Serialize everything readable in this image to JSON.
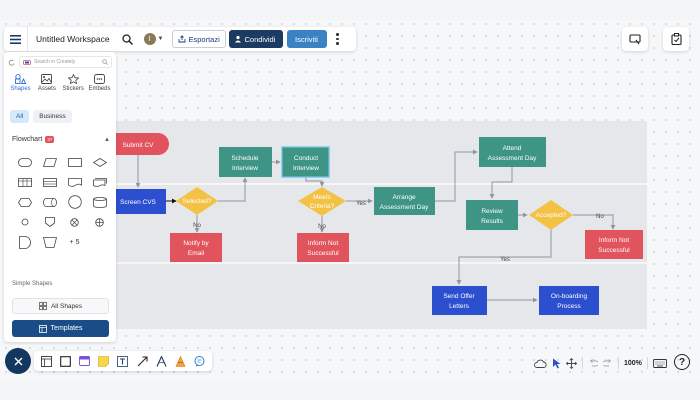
{
  "toolbar": {
    "title": "Untitled Workspace",
    "avatar_initial": "I",
    "export_label": "Esportazi",
    "share_label": "Condividi",
    "signup_label": "Iscriviti"
  },
  "panel": {
    "search_placeholder": "Search in Creately",
    "categories": [
      {
        "label": "Shapes",
        "icon": "shapes-icon"
      },
      {
        "label": "Assets",
        "icon": "image-icon"
      },
      {
        "label": "Stickers",
        "icon": "star-icon"
      },
      {
        "label": "Embeds",
        "icon": "embed-icon"
      }
    ],
    "chips": [
      "All",
      "Business"
    ],
    "section_title": "Flowchart",
    "section_badge": "37",
    "more_count": "+ 5",
    "section2_title": "Simple Shapes",
    "all_shapes_label": "All Shapes",
    "templates_label": "Templates"
  },
  "bottom_bar": {
    "zoom": "100%"
  },
  "diagram": {
    "nodes": {
      "submit_cv": "Submit CV",
      "screen_cvs": "Screen CVS",
      "selected": "Selected?",
      "notify": [
        "Notify by",
        "Email"
      ],
      "schedule": [
        "Schedule",
        "Interview"
      ],
      "conduct": [
        "Conduct",
        "Interview"
      ],
      "meets": [
        "Meets",
        "Criteria?"
      ],
      "inform1": [
        "Inform Not",
        "Successful"
      ],
      "arrange": [
        "Arrange",
        "Assessment Day"
      ],
      "attend": [
        "Attend",
        "Assessment Day"
      ],
      "review": [
        "Review",
        "Results"
      ],
      "accepted": "Accepted?",
      "inform2": [
        "Inform Not",
        "Successful"
      ],
      "send_offer": [
        "Send Offer",
        "Letters"
      ],
      "onboarding": [
        "On-boarding",
        "Process"
      ]
    },
    "labels": {
      "no1": "No",
      "yes1": "Yes",
      "no2": "No",
      "no3": "No",
      "yes2": "Yes"
    },
    "colors": {
      "red": "#e2545d",
      "teal": "#3e9485",
      "blue": "#2c4fcf",
      "yellow": "#f3c244"
    }
  }
}
